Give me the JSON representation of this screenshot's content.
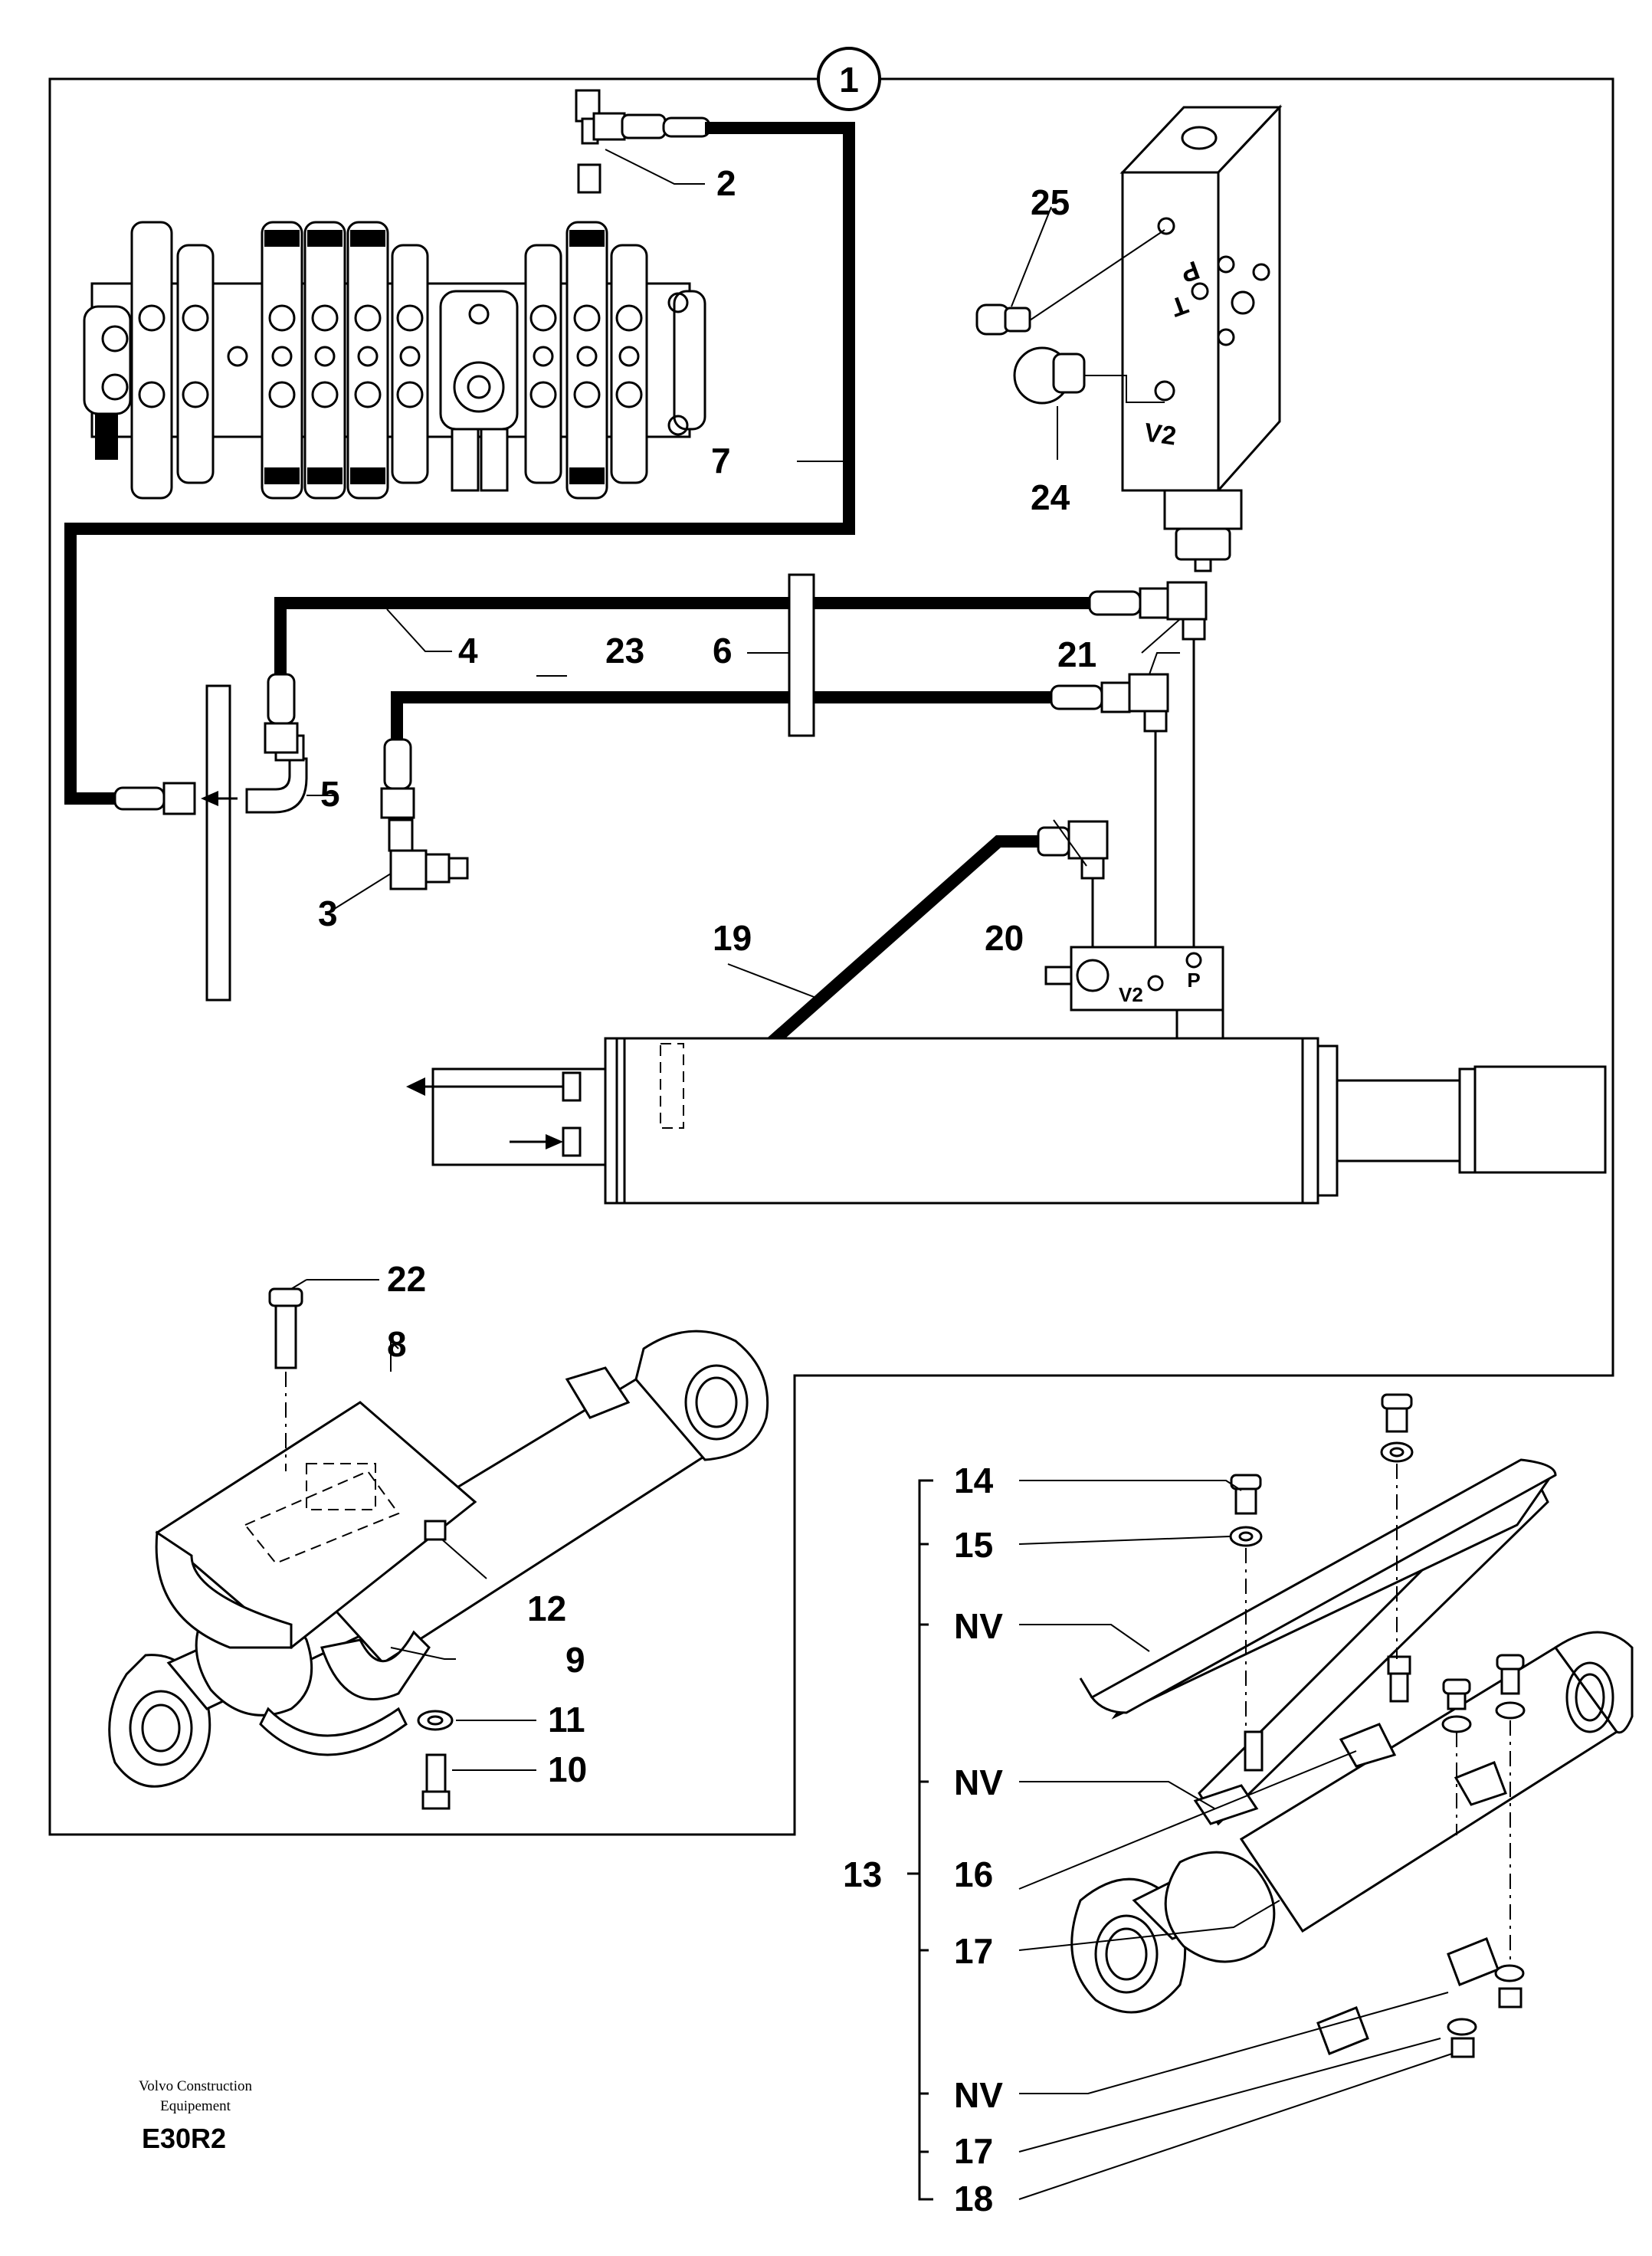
{
  "diagram": {
    "top_marker": "1",
    "callouts": {
      "c2": "2",
      "c3": "3",
      "c4": "4",
      "c5": "5",
      "c6": "6",
      "c7": "7",
      "c8": "8",
      "c9": "9",
      "c10": "10",
      "c11": "11",
      "c12": "12",
      "c13": "13",
      "c14": "14",
      "c15": "15",
      "c16": "16",
      "c17a": "17",
      "c17b": "17",
      "c18": "18",
      "c19": "19",
      "c20": "20",
      "c21": "21",
      "c22": "22",
      "c23": "23",
      "c24": "24",
      "c25": "25",
      "nv1": "NV",
      "nv2": "NV",
      "nv3": "NV"
    },
    "ports": {
      "valve_p": "P",
      "valve_t": "T",
      "valve_v2": "V2",
      "block_v2": "V2",
      "block_p": "P"
    }
  },
  "footer": {
    "manufacturer_line1": "Volvo Construction",
    "manufacturer_line2": "Equipement",
    "code": "E30R2"
  }
}
